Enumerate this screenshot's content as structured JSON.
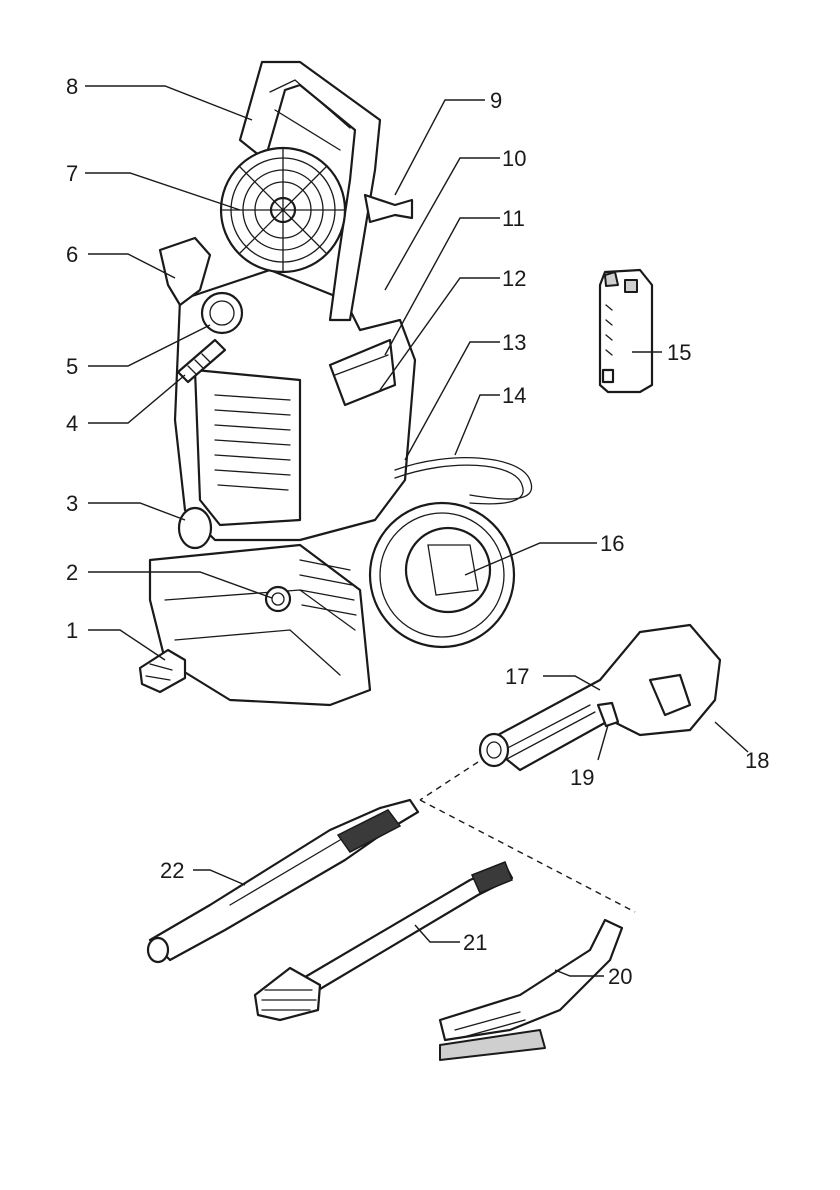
{
  "callouts": [
    {
      "n": "1"
    },
    {
      "n": "2"
    },
    {
      "n": "3"
    },
    {
      "n": "4"
    },
    {
      "n": "5"
    },
    {
      "n": "6"
    },
    {
      "n": "7"
    },
    {
      "n": "8"
    },
    {
      "n": "9"
    },
    {
      "n": "10"
    },
    {
      "n": "11"
    },
    {
      "n": "12"
    },
    {
      "n": "13"
    },
    {
      "n": "14"
    },
    {
      "n": "15"
    },
    {
      "n": "16"
    },
    {
      "n": "17"
    },
    {
      "n": "18"
    },
    {
      "n": "19"
    },
    {
      "n": "20"
    },
    {
      "n": "21"
    },
    {
      "n": "22"
    }
  ],
  "colors": {
    "ink": "#1a1a1a",
    "fill_light": "#cfcfcf",
    "fill_dark": "#3a3a3a",
    "background": "#ffffff"
  }
}
